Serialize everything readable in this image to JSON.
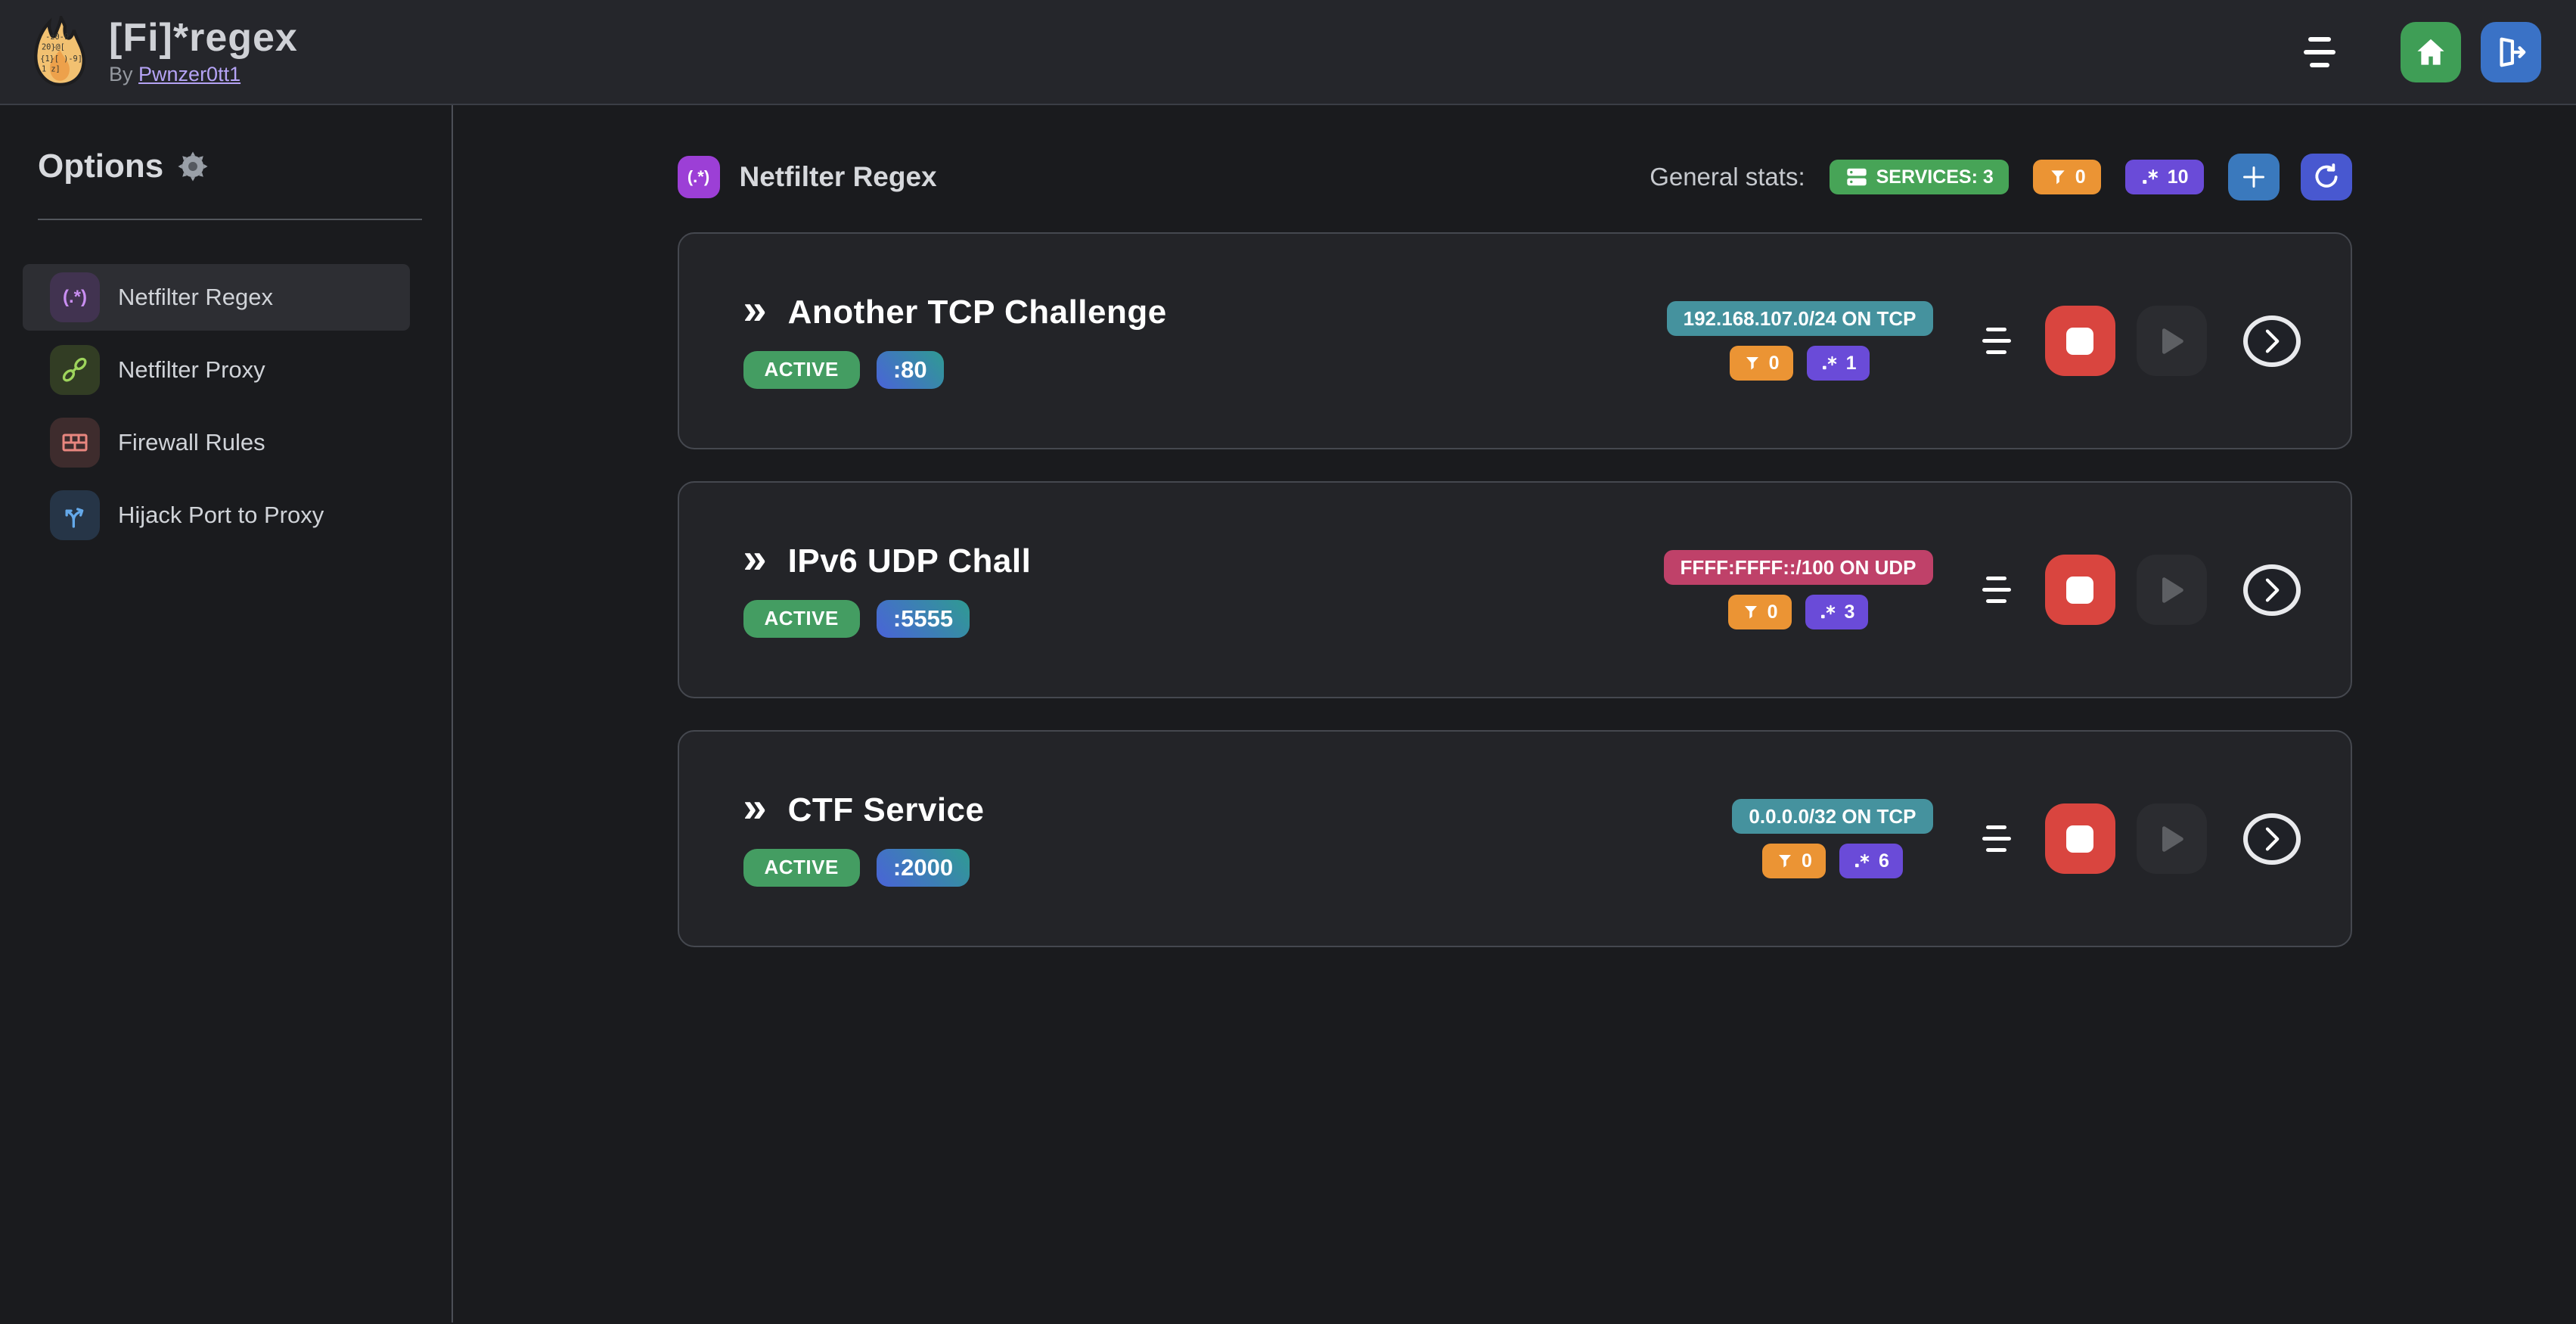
{
  "app": {
    "title": "[Fi]*regex",
    "byline_prefix": "By",
    "author_link": "Pwnzer0tt1"
  },
  "sidebar": {
    "heading": "Options",
    "items": [
      {
        "label": "Netfilter Regex",
        "glyph": "(.*)",
        "active": true
      },
      {
        "label": "Netfilter Proxy",
        "active": false
      },
      {
        "label": "Firewall Rules",
        "active": false
      },
      {
        "label": "Hijack Port to Proxy",
        "active": false
      }
    ]
  },
  "main": {
    "section": {
      "glyph": "(.*)",
      "title": "Netfilter Regex"
    },
    "stats_label": "General stats:",
    "stats": {
      "services": "SERVICES: 3",
      "filtered": "0",
      "regexes": "10"
    }
  },
  "services": [
    {
      "name": "Another TCP Challenge",
      "status": "ACTIVE",
      "port": ":80",
      "cidr": "192.168.107.0/24 ON TCP",
      "cidr_color": "#45929e",
      "filtered": "0",
      "regexes": "1"
    },
    {
      "name": "IPv6 UDP Chall",
      "status": "ACTIVE",
      "port": ":5555",
      "cidr": "FFFF:FFFF::/100 ON UDP",
      "cidr_color": "#bf4169",
      "filtered": "0",
      "regexes": "3"
    },
    {
      "name": "CTF Service",
      "status": "ACTIVE",
      "port": ":2000",
      "cidr": "0.0.0.0/32 ON TCP",
      "cidr_color": "#45929e",
      "filtered": "0",
      "regexes": "6"
    }
  ],
  "colors": {
    "page_bg": "#1a1b1e",
    "navbar_bg": "#25262b",
    "card_bg": "#232428",
    "green": "#47a457",
    "orange": "#eb9434",
    "violet": "#6a4bd8",
    "stop_red": "#d9453f",
    "home_green": "#3f9e56",
    "logout_blue": "#3a72c6",
    "add_blue": "#3a79bd",
    "refresh_indigo": "#4858d0",
    "port_gradient_from": "#4a63d8",
    "port_gradient_to": "#2f9b92"
  }
}
